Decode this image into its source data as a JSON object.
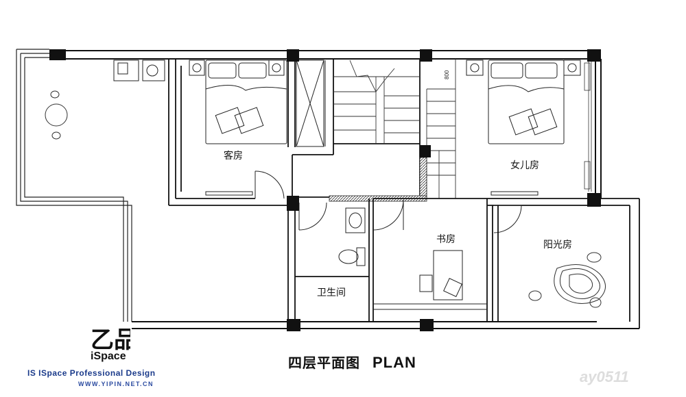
{
  "plan": {
    "title": "四层平面图",
    "title_en": "PLAN",
    "rooms": {
      "guest_room": "客房",
      "daughter_room": "女儿房",
      "study": "书房",
      "sunroom": "阳光房",
      "bathroom": "卫生间"
    },
    "dimension_label": "800"
  },
  "branding": {
    "logo_glyphs": "乙品",
    "logo_sub": "iSpace",
    "tagline": "IS ISpace Professional Design",
    "url": "WWW.YIPIN.NET.CN",
    "watermark": "ay0511"
  },
  "colors": {
    "wall": "#111111",
    "line": "#222222",
    "brand_blue": "#1a3a8a"
  }
}
